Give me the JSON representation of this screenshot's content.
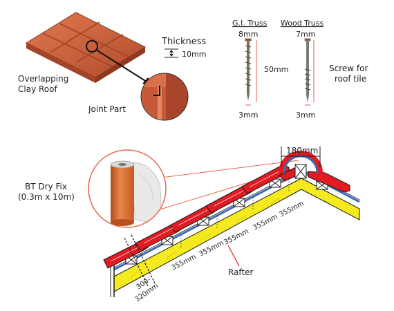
{
  "labels": {
    "overlap_line1": "Overlapping",
    "overlap_line2": "Clay Roof",
    "joint_part": "Joint Part",
    "thickness_title": "Thickness",
    "thickness_value": "10mm"
  },
  "screws": {
    "gi_title": "G.I. Truss",
    "wood_title": "Wood Truss",
    "gi_head": "8mm",
    "wood_head": "7mm",
    "length": "50mm",
    "gi_tip": "3mm",
    "wood_tip": "3mm",
    "desc_line1": "Screw for",
    "desc_line2": "roof tile"
  },
  "product": {
    "name": "BT  Dry Fix",
    "size": "(0.3m x 10m)"
  },
  "section": {
    "ridge_width": "180mm",
    "spacings": [
      "355mm",
      "355mm",
      "355mm",
      "355mm",
      "355mm"
    ],
    "eave_spacing_line1": "300-",
    "eave_spacing_line2": "320mm",
    "rafter": "Rafter"
  },
  "colors": {
    "tile": "#c9613e",
    "roof_red": "#e01b22",
    "insulation": "#f4ea1f",
    "membrane": "#3a6bb5",
    "callout_line": "#e8674b"
  }
}
